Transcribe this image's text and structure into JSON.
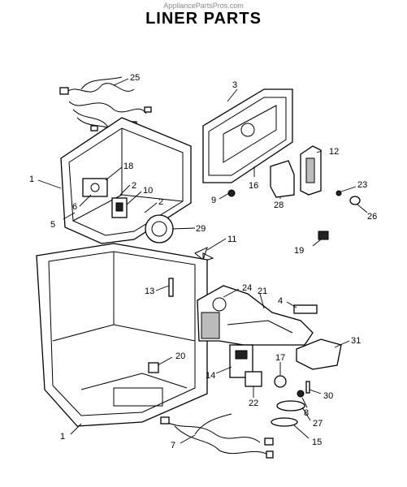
{
  "header": {
    "watermark": "AppliancePartsPros.com",
    "title": "LINER PARTS"
  },
  "callouts": [
    "25",
    "3",
    "1",
    "18",
    "2",
    "10",
    "12",
    "6",
    "2",
    "9",
    "16",
    "23",
    "5",
    "29",
    "28",
    "26",
    "11",
    "19",
    "13",
    "24",
    "4",
    "21",
    "31",
    "20",
    "17",
    "14",
    "8",
    "30",
    "22",
    "27",
    "1",
    "7",
    "15"
  ]
}
